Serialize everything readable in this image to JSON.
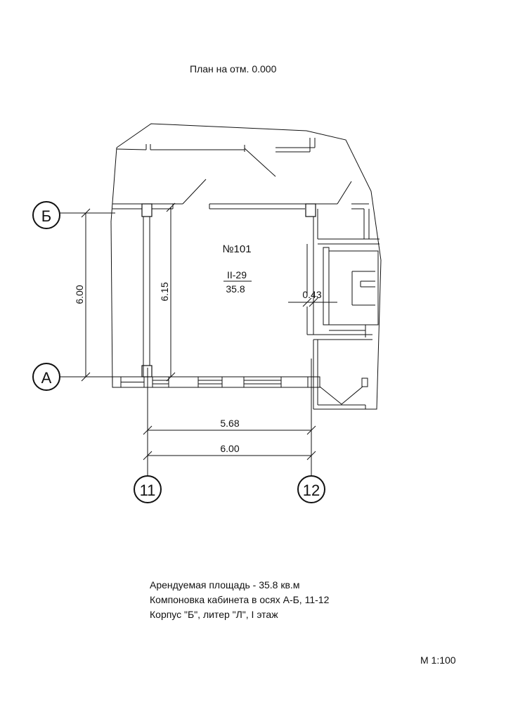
{
  "title": "План на отм. 0.000",
  "room": {
    "number": "№101",
    "code": "II-29",
    "area": "35.8"
  },
  "axes": {
    "row_top": "Б",
    "row_bottom": "А",
    "col_left": "11",
    "col_right": "12"
  },
  "dimensions": {
    "axis_vertical": "6.00",
    "inner_vertical": "6.15",
    "inner_horizontal": "5.68",
    "axis_horizontal": "6.00",
    "wall_thickness": "0.43"
  },
  "notes": [
    "Арендуемая площадь -  35.8 кв.м",
    "Компоновка кабинета в осях А-Б, 11-12",
    "Корпус \"Б\", литер \"Л\", I  этаж"
  ],
  "scale": "М 1:100"
}
